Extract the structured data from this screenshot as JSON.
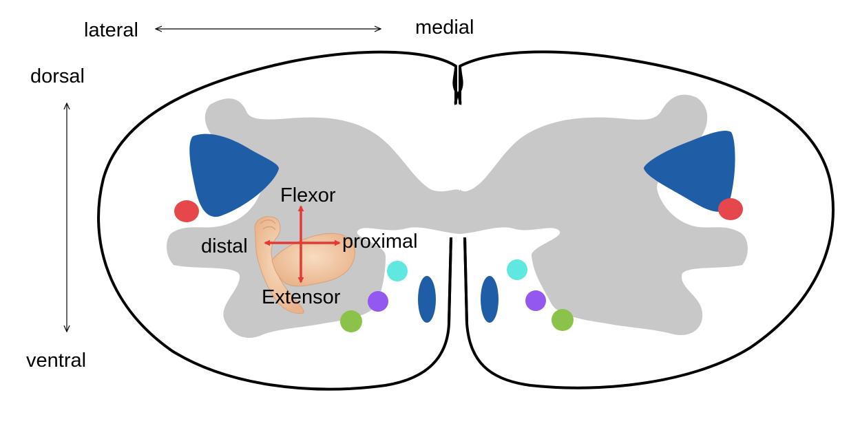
{
  "axes": {
    "lateral": "lateral",
    "medial": "medial",
    "dorsal": "dorsal",
    "ventral": "ventral"
  },
  "somatotopy": {
    "flexor": "Flexor",
    "extensor": "Extensor",
    "distal": "distal",
    "proximal": "proximal",
    "arm_icon": "flexed-arm-icon"
  },
  "colors": {
    "outline": "#000000",
    "gray_matter": "#c9c8c9",
    "dorsal_tract": "#1f5ea6",
    "red_tract": "#e5474d",
    "cyan_nucleus": "#5ee8e0",
    "purple_nucleus": "#9358f0",
    "green_nucleus": "#8bc34a",
    "ventral_tract": "#1f5ea6",
    "arrow": "#e53935",
    "skin": "#f3c9a3"
  }
}
